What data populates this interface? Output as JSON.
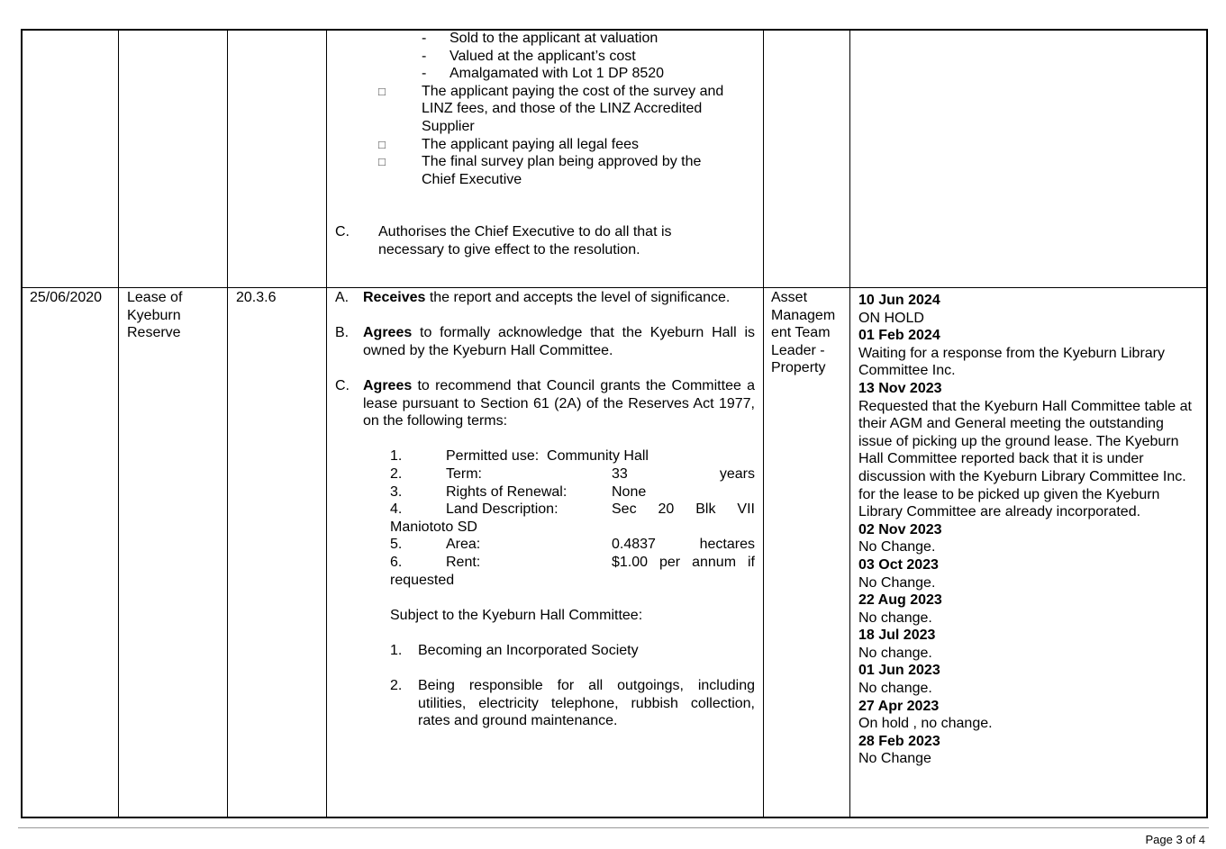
{
  "row1": {
    "dash_items": [
      "Sold to the applicant at valuation",
      "Valued at the applicant’s cost",
      "Amalgamated with Lot 1 DP 8520"
    ],
    "box_items": [
      [
        "The applicant paying the cost of the survey and",
        "LINZ fees, and those of the LINZ Accredited",
        "Supplier"
      ],
      [
        "The applicant paying all legal fees"
      ],
      [
        "The final survey plan being approved by the",
        "Chief Executive"
      ]
    ],
    "dash": "-",
    "box": "□",
    "c_label": "C.",
    "c_lines": [
      "Authorises the Chief Executive to do all that is",
      "necessary to give effect to the resolution."
    ]
  },
  "row2": {
    "date": "25/06/2020",
    "subject": [
      "Lease of",
      "Kyeburn",
      "Reserve"
    ],
    "ref": "20.3.6",
    "a_label": "A.",
    "a_bold": "Receives",
    "a_text": " the report and accepts the level of significance.",
    "b_label": "B.",
    "b_bold": "Agrees",
    "b_text": " to formally acknowledge that the Kyeburn Hall is owned by the Kyeburn Hall Committee.",
    "c_label": "C.",
    "c_bold": "Agrees",
    "c_text": " to recommend that Council grants the Committee a lease pursuant to Section 61 (2A) of the Reserves Act 1977, on the following terms:",
    "terms": [
      {
        "num": "1.",
        "label": "Permitted use:  Community Hall",
        "value": "",
        "cont": ""
      },
      {
        "num": "2.",
        "label": "Term:",
        "value": "33 years",
        "cont": ""
      },
      {
        "num": "3.",
        "label": "Rights of Renewal:",
        "value": "None",
        "cont": ""
      },
      {
        "num": "4.",
        "label": "Land Description:",
        "value": "Sec 20 Blk VII",
        "cont": "Maniototo SD"
      },
      {
        "num": "5.",
        "label": "Area:",
        "value": "0.4837 hectares",
        "cont": ""
      },
      {
        "num": "6.",
        "label": "Rent:",
        "value": "$1.00 per annum if",
        "cont": "requested"
      }
    ],
    "subject_to": "Subject to the Kyeburn Hall Committee:",
    "conditions": [
      {
        "num": "1.",
        "text": "Becoming an Incorporated Society"
      },
      {
        "num": "2.",
        "text": "Being responsible for all outgoings, including utilities, electricity telephone, rubbish collection, rates and ground maintenance."
      }
    ],
    "officer": [
      "Asset",
      "Managem",
      "ent Team",
      "Leader -",
      "Property"
    ],
    "notes": [
      {
        "date": "10 Jun 2024",
        "text": "ON HOLD"
      },
      {
        "date": "01 Feb 2024",
        "text": "Waiting for a response from the Kyeburn Library Committee Inc."
      },
      {
        "date": "13 Nov 2023",
        "text": "Requested that the Kyeburn Hall Committee table at their AGM and General meeting the outstanding issue of picking up the ground lease. The Kyeburn Hall Committee reported back that it is under discussion with the Kyeburn Library Committee Inc. for the lease to be picked up given the Kyeburn Library Committee are already incorporated."
      },
      {
        "date": "02 Nov 2023",
        "text": "No Change."
      },
      {
        "date": "03 Oct 2023",
        "text": "No Change."
      },
      {
        "date": "22 Aug 2023",
        "text": "No change."
      },
      {
        "date": "18 Jul 2023",
        "text": "No change."
      },
      {
        "date": "01 Jun 2023",
        "text": "No change."
      },
      {
        "date": "27 Apr 2023",
        "text": "On hold , no change."
      },
      {
        "date": "28 Feb 2023",
        "text": "No Change"
      }
    ]
  },
  "footer": {
    "page": "Page 3 of 4"
  }
}
